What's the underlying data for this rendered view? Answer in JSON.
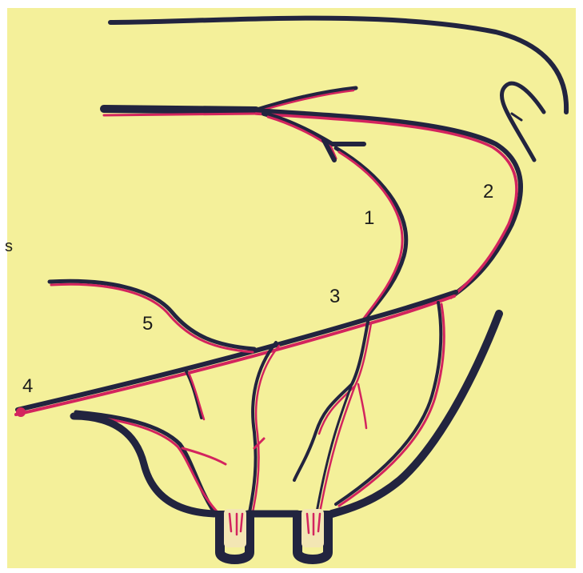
{
  "colors": {
    "background": "#f4f09a",
    "artery": "#d3245e",
    "vein": "#22243f",
    "tooth_fill": "#f3e6b4"
  },
  "labels": {
    "one": "1",
    "two": "2",
    "three": "3",
    "four": "4",
    "five": "5",
    "edge_mark": "s"
  }
}
